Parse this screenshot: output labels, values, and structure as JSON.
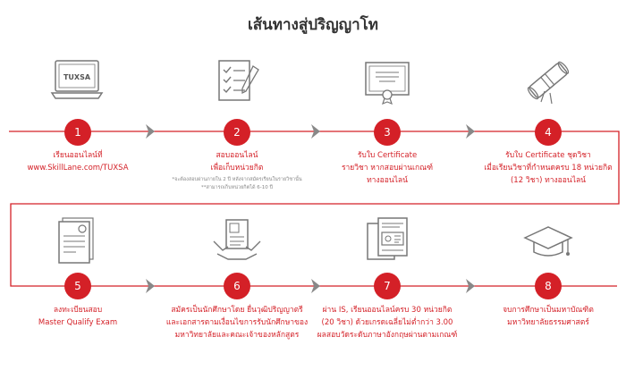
{
  "title": "เส้นทางสู่ปริญญาโท",
  "colors": {
    "accent": "#d42027",
    "chevron": "#888888",
    "icon": "#777777",
    "text": "#333333"
  },
  "steps": [
    {
      "number": "1",
      "icon": "laptop-icon",
      "laptop_text": "TUXSA",
      "lines": [
        "เรียนออนไลน์ที่",
        "www.SkillLane.com/TUXSA"
      ]
    },
    {
      "number": "2",
      "icon": "checklist-icon",
      "lines": [
        "สอบออนไลน์",
        "เพื่อเก็บหน่วยกิต"
      ],
      "notes": [
        "*จะต้องสอบผ่านภายใน 2 ปี หลังจากสมัครเรียนในรายวิชานั้น",
        "**สามารถเก็บหน่วยกิตได้ 6-10 ปี"
      ]
    },
    {
      "number": "3",
      "icon": "certificate-icon",
      "lines": [
        "รับใบ Certificate",
        "รายวิชา หากสอบผ่านเกณฑ์",
        "ทางออนไลน์"
      ]
    },
    {
      "number": "4",
      "icon": "diploma-scroll-icon",
      "lines": [
        "รับใบ Certificate ชุดวิชา",
        "เมื่อเรียนวิชาที่กำหนดครบ 18 หน่วยกิต",
        "(12 วิชา) ทางออนไลน์"
      ]
    },
    {
      "number": "5",
      "icon": "registration-form-icon",
      "lines": [
        "ลงทะเบียนสอบ",
        "Master Qualify Exam"
      ]
    },
    {
      "number": "6",
      "icon": "document-hands-icon",
      "lines": [
        "สมัครเป็นนักศึกษาโดย ยื่นวุฒิปริญญาตรี",
        "และเอกสารตามเงื่อนไขการรับนักศึกษาของ",
        "มหาวิทยาลัยและคณะเจ้าของหลักสูตร"
      ]
    },
    {
      "number": "7",
      "icon": "transcript-icon",
      "lines": [
        "ผ่าน IS, เรียนออนไลน์ครบ 30 หน่วยกิต",
        "(20 วิชา) ด้วยเกรดเฉลี่ยไม่ต่ำกว่า 3.00",
        "ผลสอบวัดระดับภาษาอังกฤษผ่านตามเกณฑ์"
      ]
    },
    {
      "number": "8",
      "icon": "graduation-cap-icon",
      "lines": [
        "จบการศึกษาเป็นมหาบัณฑิต",
        "มหาวิทยาลัยธรรมศาสตร์"
      ]
    }
  ]
}
